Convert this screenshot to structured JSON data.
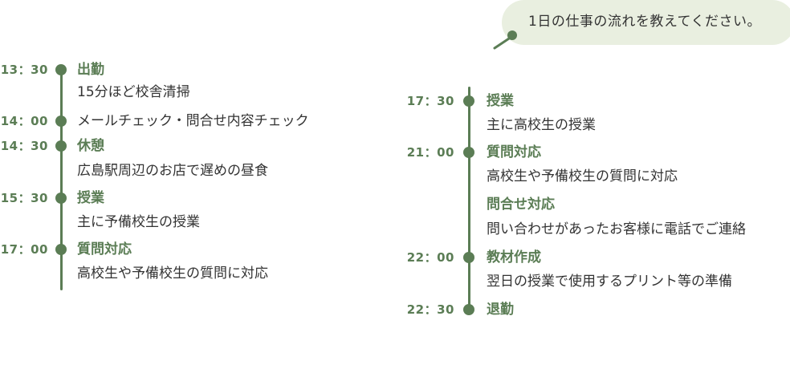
{
  "bubble": {
    "text": "1日の仕事の流れを教えてください。"
  },
  "colors": {
    "accent": "#5b7d55",
    "bubble_bg": "#e9efe0",
    "text": "#333333"
  },
  "left_timeline": {
    "entries": [
      {
        "time": "13：30",
        "title": "出勤",
        "desc": "15分ほど校舎清掃"
      },
      {
        "time": "14：00",
        "title": "",
        "desc": "メールチェック・問合せ内容チェック"
      },
      {
        "time": "14：30",
        "title": "休憩",
        "desc": "広島駅周辺のお店で遅めの昼食"
      },
      {
        "time": "15：30",
        "title": "授業",
        "desc": "主に予備校生の授業"
      },
      {
        "time": "17：00",
        "title": "質問対応",
        "desc": "高校生や予備校生の質問に対応"
      }
    ]
  },
  "right_timeline": {
    "entries": [
      {
        "time": "17：30",
        "title": "授業",
        "desc": "主に高校生の授業"
      },
      {
        "time": "21：00",
        "title": "質問対応",
        "desc": "高校生や予備校生の質問に対応"
      },
      {
        "time": "",
        "title": "問合せ対応",
        "desc": "問い合わせがあったお客様に電話でご連絡"
      },
      {
        "time": "22：00",
        "title": "教材作成",
        "desc": "翌日の授業で使用するプリント等の準備"
      },
      {
        "time": "22：30",
        "title": "退勤",
        "desc": ""
      }
    ]
  }
}
